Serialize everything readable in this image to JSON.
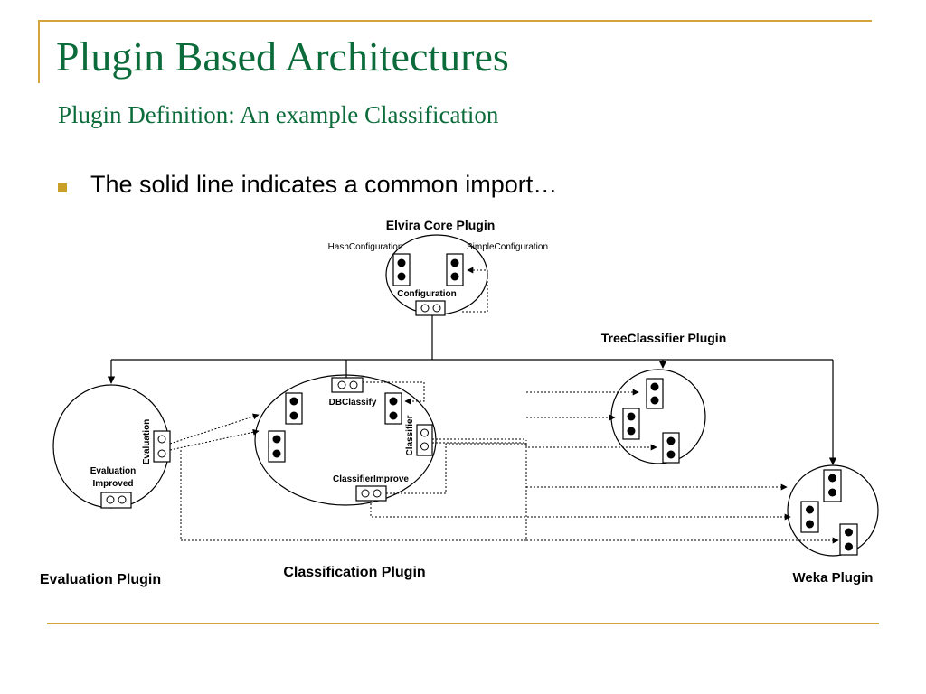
{
  "slide": {
    "title": "Plugin Based Architectures",
    "subtitle": "Plugin Definition: An example Classification",
    "bullets": [
      "The solid line indicates a common import…"
    ]
  },
  "diagram": {
    "plugins": {
      "core": "Elvira Core Plugin",
      "tree": "TreeClassifier Plugin",
      "classification": "Classification Plugin",
      "evaluation": "Evaluation Plugin",
      "weka": "Weka Plugin"
    },
    "extension_points": {
      "configuration": "Configuration",
      "dbclassify": "DBClassify",
      "classifier": "Classifier",
      "classifier_improve": "ClassifierImprove",
      "evaluation": "Evaluation",
      "evaluation_improved_line1": "Evaluation",
      "evaluation_improved_line2": "Improved"
    },
    "extensions": {
      "hash_configuration": "HashConfiguration",
      "simple_configuration": "SimpleConfiguration"
    }
  },
  "colors": {
    "title": "#0b6b3a",
    "accent": "#d4a53a",
    "bullet": "#c8a028"
  }
}
